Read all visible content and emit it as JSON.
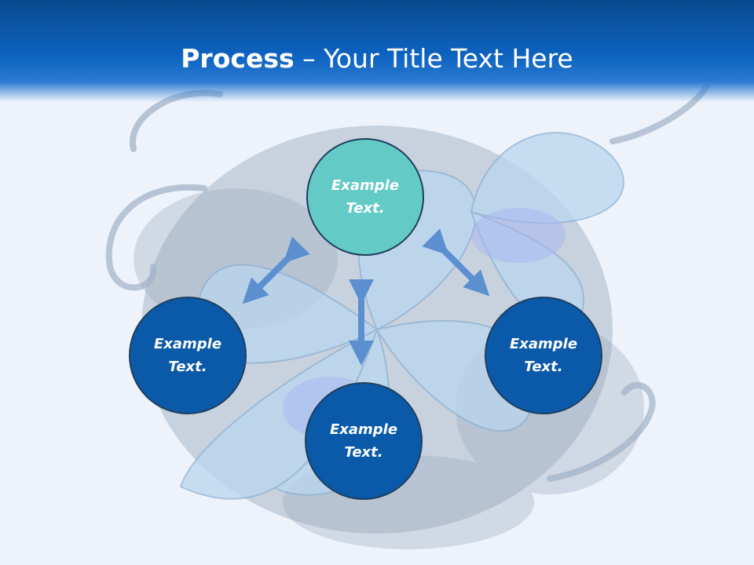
{
  "slide": {
    "title_bold": "Process",
    "title_rest": " – Your Title Text Here"
  },
  "nodes": [
    {
      "id": "top",
      "label": "Example Text."
    },
    {
      "id": "left",
      "label": "Example Text."
    },
    {
      "id": "bottom",
      "label": "Example Text."
    },
    {
      "id": "right",
      "label": "Example Text."
    }
  ],
  "colors": {
    "header": "#0d63c0",
    "node_top": "#64cac6",
    "node_other": "#0b5aaa",
    "arrow": "#5b8fcf"
  }
}
